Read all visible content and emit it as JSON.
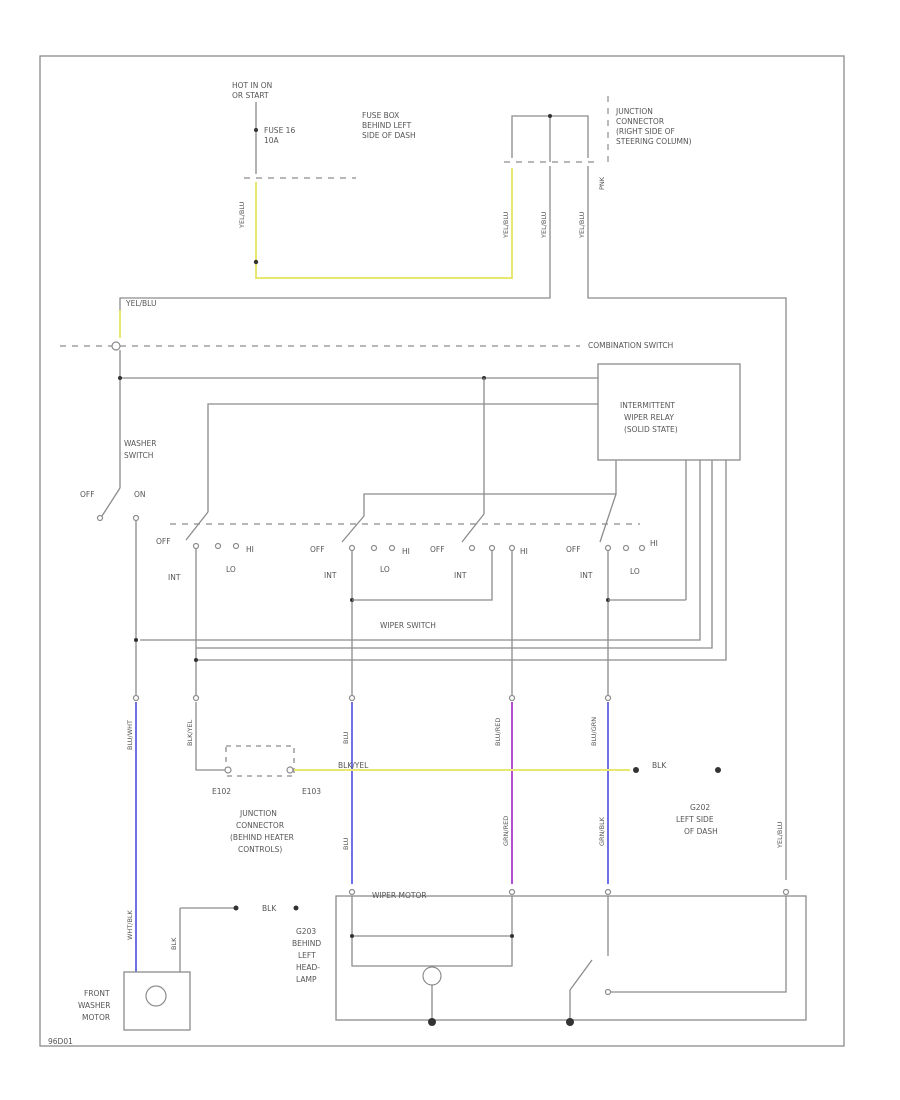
{
  "labels": {
    "hot_line1": "HOT IN ON",
    "hot_line2": "OR START",
    "fuse_line1": "FUSE 16",
    "fuse_line2": "10A",
    "fusebox_line1": "FUSE BOX",
    "fusebox_line2": "BEHIND LEFT",
    "fusebox_line3": "SIDE OF DASH",
    "jc_line1": "JUNCTION",
    "jc_line2": "CONNECTOR",
    "jc_line3": "(RIGHT SIDE OF",
    "jc_line4": "STEERING COLUMN)",
    "wire_yel_blu": "YEL/BLU",
    "wire_yel_blu2": "YEL/BLU",
    "wire_pnk": "PNK",
    "combination_switch": "COMBINATION SWITCH",
    "relay_line1": "INTERMITTENT",
    "relay_line2": "WIPER RELAY",
    "relay_line3": "(SOLID STATE)",
    "washer_switch_line1": "WASHER",
    "washer_switch_line2": "SWITCH",
    "off": "OFF",
    "on": "ON",
    "hi": "HI",
    "lo": "LO",
    "int": "INT",
    "wiper_switch": "WIPER SWITCH",
    "wire_blu_wht": "BLU/WHT",
    "wire_blk_yel": "BLK/YEL",
    "wire_blu": "BLU",
    "wire_blu_red": "BLU/RED",
    "wire_blu_grn": "BLU/GRN",
    "wire_blk": "BLK",
    "wire_grn_red": "GRN/RED",
    "wire_grn_blk": "GRN/BLK",
    "wire_wht_blk": "WHT/BLK",
    "wire_blk_yel_h": "BLK/YEL",
    "wire_blk_h": "BLK",
    "conn_e102": "E102",
    "conn_e103": "E103",
    "jc2_line1": "JUNCTION",
    "jc2_line2": "CONNECTOR",
    "jc2_line3": "(BEHIND HEATER",
    "jc2_line4": "CONTROLS)",
    "g202_line1": "G202",
    "g202_line2": "LEFT SIDE",
    "g202_line3": "OF DASH",
    "wiper_motor": "WIPER MOTOR",
    "g203_line1": "G203",
    "g203_line2": "BEHIND",
    "g203_line3": "LEFT",
    "g203_line4": "HEAD-",
    "g203_line5": "LAMP",
    "fwm_line1": "FRONT",
    "fwm_line2": "WASHER",
    "fwm_line3": "MOTOR",
    "figure_id": "96D01"
  }
}
